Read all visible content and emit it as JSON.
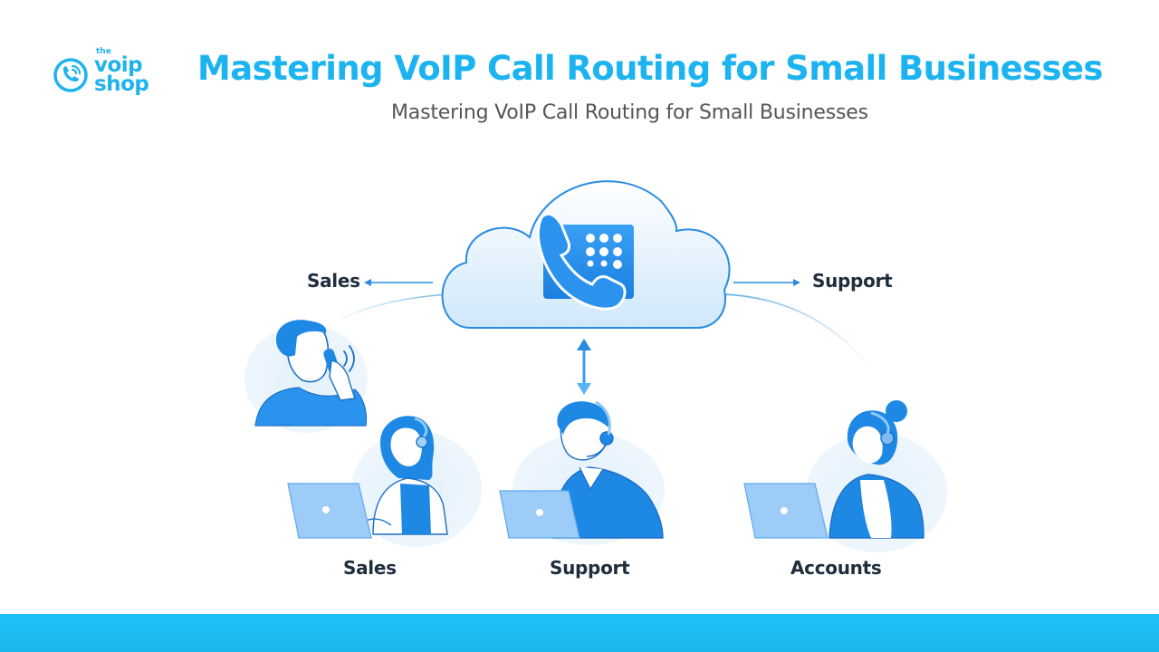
{
  "brand": {
    "logo_top": "the",
    "logo_line1": "voip",
    "logo_line2": "shop",
    "logo_icon": "phone-ringing-circle-icon"
  },
  "header": {
    "title": "Mastering VoIP Call Routing for Small Businesses",
    "subtitle": "Mastering VoIP Call Routing for Small Businesses"
  },
  "diagram": {
    "cloud_icon": "cloud-pbx-phone-keypad-icon",
    "route_labels": {
      "left": "Sales",
      "right": "Support"
    },
    "caller_icon": "caller-on-phone-icon",
    "agents": [
      {
        "label": "Sales",
        "icon": "agent-woman-headset-laptop-icon"
      },
      {
        "label": "Support",
        "icon": "agent-man-headset-laptop-icon"
      },
      {
        "label": "Accounts",
        "icon": "agent-woman-bun-headset-laptop-icon"
      }
    ]
  },
  "colors": {
    "brand_blue": "#1cb4f0",
    "illustration_blue": "#1e88e5",
    "dark_text": "#1f2d3d",
    "subtitle_gray": "#555555",
    "footer_bar": "#22c1fa"
  }
}
